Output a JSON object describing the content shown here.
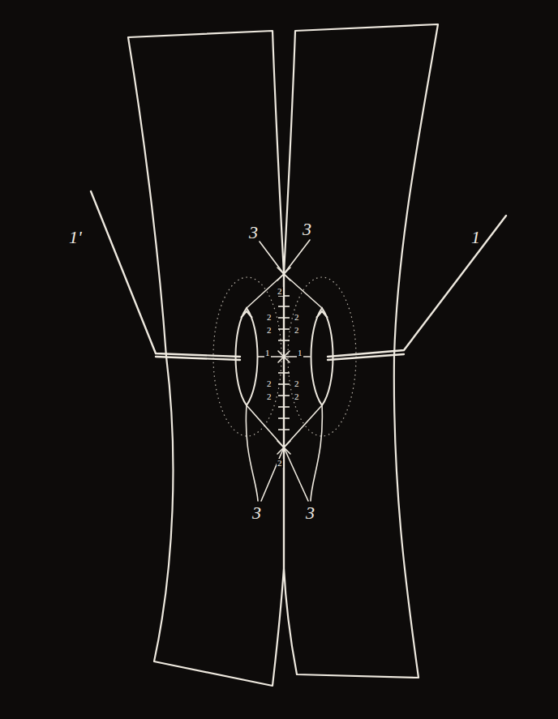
{
  "diagram": {
    "labels": [
      "3",
      "3",
      "1'",
      "1",
      "2",
      "2",
      "2",
      "2",
      "2",
      "2",
      "2",
      "2",
      "2",
      "1",
      "1",
      "2",
      "3",
      "3"
    ]
  }
}
